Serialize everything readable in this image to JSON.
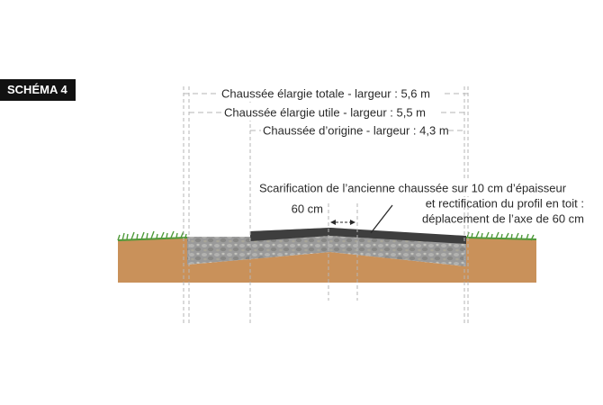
{
  "schema_tag": "SCHÉMA 4",
  "dimensions": {
    "total": "Chaussée élargie totale - largeur : 5,6 m",
    "useful": "Chaussée élargie utile - largeur : 5,5 m",
    "original": "Chaussée d’origine - largeur : 4,3 m"
  },
  "annotation": {
    "line1": "Scarification de l’ancienne chaussée sur 10 cm d’épaisseur",
    "line2": "et rectification du profil en toit :",
    "line3": "déplacement de l’axe de 60 cm"
  },
  "offset_label": "60 cm",
  "colors": {
    "soil": "#c9915a",
    "gravel": "#9c9c9c",
    "asphalt": "#3e3e3e",
    "grass": "#4f9a3a",
    "guide": "#b5b5b5",
    "text": "#2a2a2a"
  }
}
